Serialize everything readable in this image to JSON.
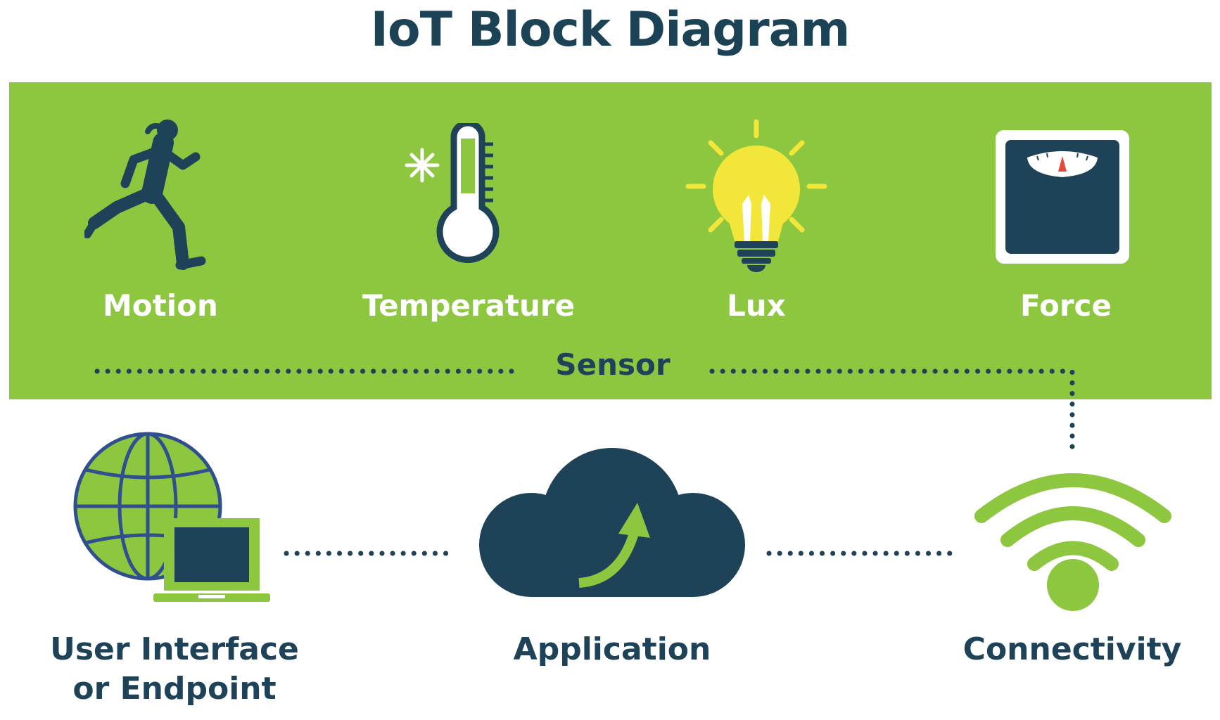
{
  "title": "IoT Block Diagram",
  "colors": {
    "title": "#1c4256",
    "band": "#8dc63f",
    "navy": "#1e4258",
    "green": "#8dc63f",
    "white": "#ffffff",
    "bulb": "#f2e63a",
    "pointer": "#e8473c"
  },
  "sensor_band": {
    "label": "Sensor",
    "sensors": [
      {
        "label": "Motion",
        "icon": "runner-icon"
      },
      {
        "label": "Temperature",
        "icon": "thermometer-icon"
      },
      {
        "label": "Lux",
        "icon": "light-bulb-icon"
      },
      {
        "label": "Force",
        "icon": "scale-icon"
      }
    ]
  },
  "blocks": [
    {
      "label_lines": [
        "User Interface",
        "or Endpoint"
      ],
      "icon": "globe-laptop-icon"
    },
    {
      "label_lines": [
        "Application"
      ],
      "icon": "cloud-upload-icon"
    },
    {
      "label_lines": [
        "Connectivity"
      ],
      "icon": "wifi-icon"
    }
  ]
}
